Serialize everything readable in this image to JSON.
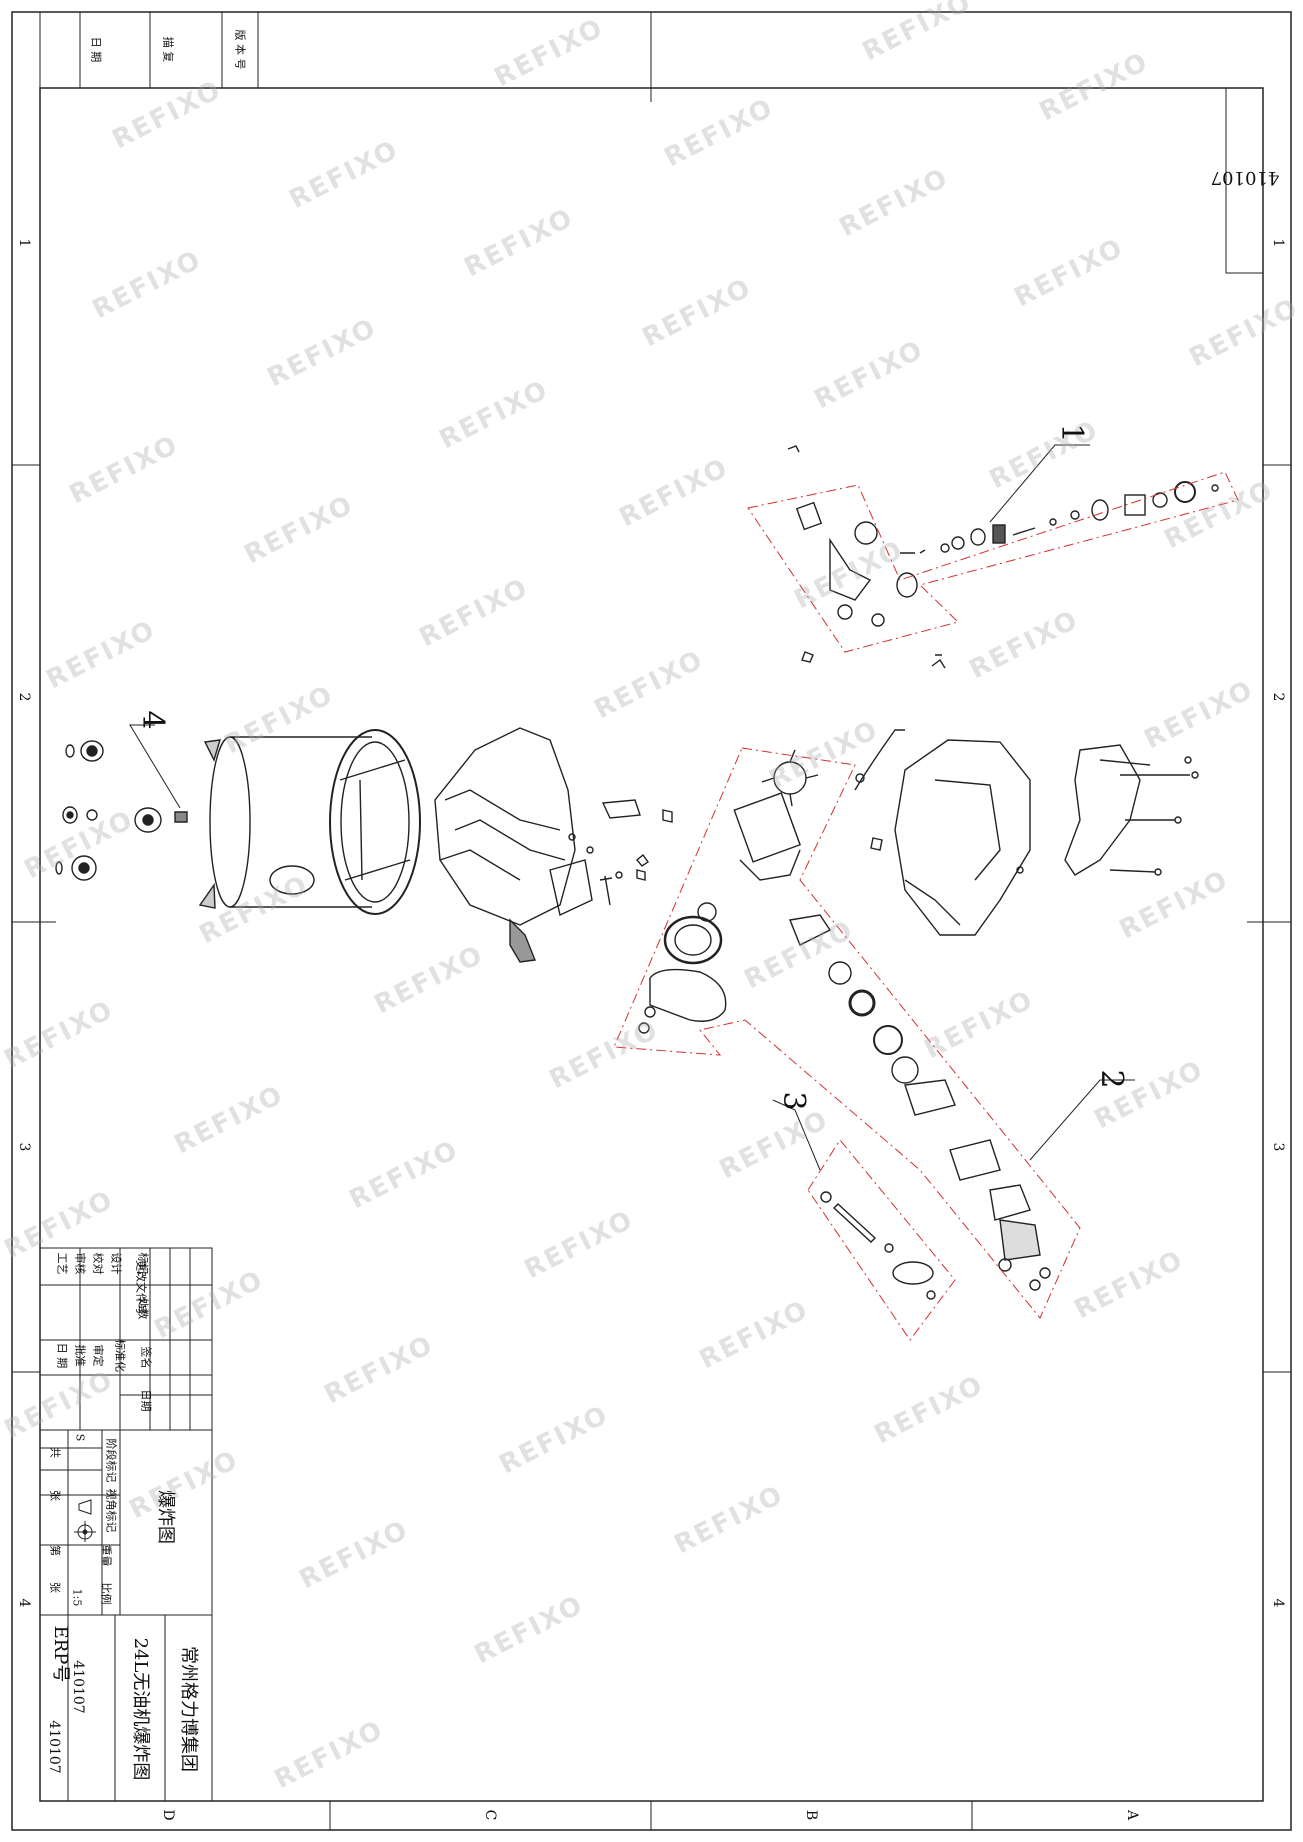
{
  "watermark": "REFIXO",
  "drawing_number_top": "410107",
  "revision_block": {
    "date_label": "日 期",
    "check_label": "描 复",
    "version_label": "版 本 号"
  },
  "zone_numbers": [
    "1",
    "2",
    "3",
    "4"
  ],
  "zone_letters": [
    "D",
    "C",
    "B",
    "A"
  ],
  "callouts": [
    "1",
    "2",
    "3",
    "4"
  ],
  "title_block": {
    "company": "常州格力博集团",
    "drawing_name": "24L无油机爆炸图",
    "drawing_type": "爆炸图",
    "erp_label": "ERP号",
    "erp_number": "410107",
    "part_number": "410107",
    "mark_label": "标记",
    "qty_label": "处数",
    "change_doc_label": "更改文件号",
    "signature_label": "签名",
    "date_label": "日期",
    "design_label": "设计",
    "proof_label": "校对",
    "review_label": "审核",
    "process_label": "工艺",
    "standard_label": "标准化",
    "approve_label": "审定",
    "ratify_label": "批准",
    "date2_label": "日 期",
    "stage_label": "阶段标记",
    "stage_value": "S",
    "view_label": "视角标记",
    "weight_label": "重量",
    "scale_label": "比例",
    "scale_value": "1:5",
    "total_label": "共",
    "sheets_label": "张",
    "page_label": "第",
    "sheet2_label": "张"
  }
}
